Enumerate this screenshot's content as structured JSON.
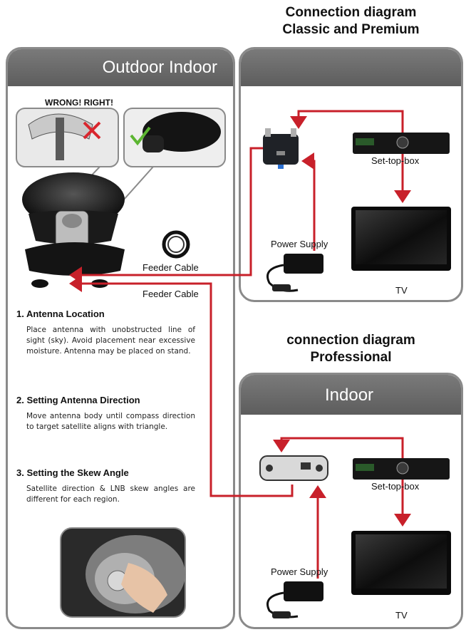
{
  "headings": {
    "classic_premium": "Connection diagram\nClassic and Premium",
    "professional": "connection diagram\nProfessional"
  },
  "left_panel": {
    "title": "Outdoor Indoor",
    "wrong_right": "WRONG! RIGHT!",
    "feeder_cable_1": "Feeder Cable",
    "feeder_cable_2": "Feeder Cable",
    "steps": [
      {
        "title": "1. Antenna Location",
        "body": "Place antenna with unobstructed line of sight (sky). Avoid placement near excessive moisture. Antenna may be placed on stand."
      },
      {
        "title": "2. Setting Antenna Direction",
        "body": "Move antenna body until compass direction to target satellite aligns with triangle."
      },
      {
        "title": "3. Setting the Skew Angle",
        "body": "Satellite direction & LNB skew angles are different for each region."
      }
    ]
  },
  "classic_panel": {
    "set_top_box": "Set-top-box",
    "power_supply": "Power Supply",
    "tv": "TV"
  },
  "professional_panel": {
    "title": "Indoor",
    "set_top_box": "Set-top-box",
    "power_supply": "Power Supply",
    "tv": "TV"
  },
  "colors": {
    "arrow": "#c8202a",
    "header": "#6b6b6b",
    "border": "#8a8a8a"
  }
}
